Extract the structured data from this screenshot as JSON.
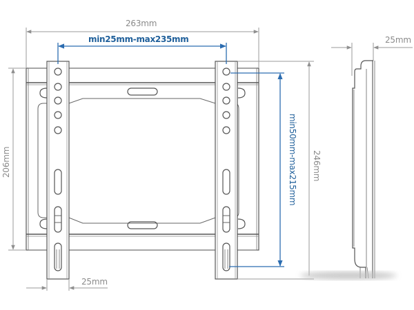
{
  "diagram": {
    "subject": "TV wall mount bracket",
    "colors": {
      "outline": "#555555",
      "dimension_line": "#9a9a9a",
      "dimension_text": "#8a8a8a",
      "vesa_line": "#2b6cb0",
      "vesa_text": "#1f5f9a"
    },
    "dimensions": {
      "overall_width": "263mm",
      "vesa_horizontal": "min25mm-max235mm",
      "frame_height": "206mm",
      "overall_height": "246mm",
      "vesa_vertical": "min50mm-max215mm",
      "arm_width": "25mm",
      "depth": "25mm"
    },
    "views": {
      "front": "Front view with two vertical mounting arms",
      "side": "Side profile view"
    }
  }
}
